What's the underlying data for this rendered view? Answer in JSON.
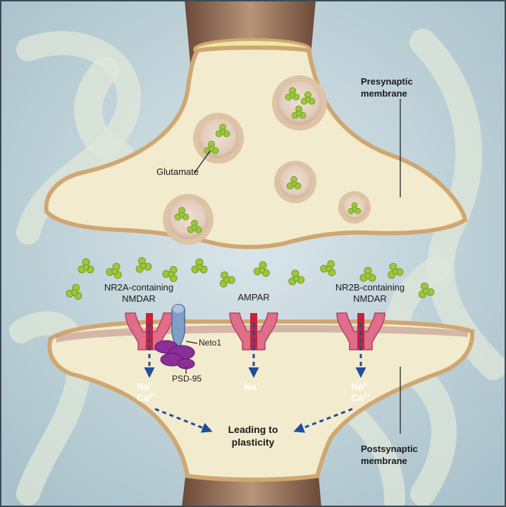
{
  "labels": {
    "presynaptic": [
      "Presynaptic",
      "membrane"
    ],
    "postsynaptic": [
      "Postsynaptic",
      "membrane"
    ],
    "glutamate": "Glutamate",
    "nr2a": [
      "NR2A-containing",
      "NMDAR"
    ],
    "ampar": "AMPAR",
    "nr2b": [
      "NR2B-containing",
      "NMDAR"
    ],
    "neto1": "Neto1",
    "psd95": "PSD-95",
    "outcome": [
      "Leading to",
      "plasticity"
    ]
  },
  "ions": {
    "left": {
      "na": "Na",
      "na_charge": "+",
      "ca": "Ca",
      "ca_charge": "2+"
    },
    "middle": {
      "na": "Na",
      "na_charge": "+"
    },
    "right": {
      "na": "Na",
      "na_charge": "+",
      "ca": "Ca",
      "ca_charge": "2+"
    }
  },
  "colors": {
    "background": "#c9d8de",
    "cell_fill": "#f3ebcd",
    "cell_border": "#cfa772",
    "glutamate": "#9cc83a",
    "receptor": "#e06d8a",
    "receptor_core": "#c2243c",
    "neto1": "#7f9fc6",
    "psd95": "#8a2e98",
    "arrow": "#1f4e9c"
  }
}
